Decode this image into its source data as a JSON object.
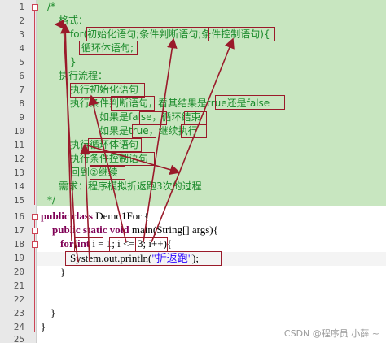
{
  "editor": {
    "line_numbers": [
      "1",
      "2",
      "3",
      "4",
      "5",
      "6",
      "7",
      "8",
      "9",
      "10",
      "11",
      "12",
      "13",
      "14",
      "15",
      "16",
      "17",
      "18",
      "19",
      "20",
      "21",
      "22",
      "23",
      "24",
      "25"
    ],
    "comment": {
      "l1": "/*",
      "l2": "格式：",
      "l3": "for(初始化语句;条件判断语句;条件控制语句){",
      "l4": "循环体语句;",
      "l5": "}",
      "l6": "执行流程：",
      "l7": "执行初始化语句",
      "l8": "执行条件判断语句，看其结果是true还是false",
      "l9": "如果是false，循环结束",
      "l10": "如果是true，继续执行",
      "l11": "执行循环体语句",
      "l12": "执行条件控制语句",
      "l13": "回到②继续",
      "l14": "需求：程序模拟折返跑3次的过程",
      "l15": "*/"
    },
    "code": {
      "l16_kw": "public class",
      "l16_rest": " Demo1For {",
      "l17_kw": "public static void",
      "l17_rest": " main(String[] args){",
      "l18_kw1": "for",
      "l18_paren": "(",
      "l18_kw2": "int",
      "l18_rest": " i = 1; i <= 3; i++){",
      "l19_pre": "System.out.println(",
      "l19_str": "\"折返跑\"",
      "l19_post": ");",
      "l20": "}",
      "l21": "",
      "l22": "",
      "l23": "",
      "l24": "}",
      "l25": "}"
    }
  },
  "watermark": "CSDN @程序员 小薛 ~",
  "colors": {
    "comment_bg": "#c8e6c0",
    "comment_text": "#1a8a2a",
    "keyword": "#7f0055",
    "string": "#2a00ff",
    "annotation": "#9a1a2a"
  }
}
